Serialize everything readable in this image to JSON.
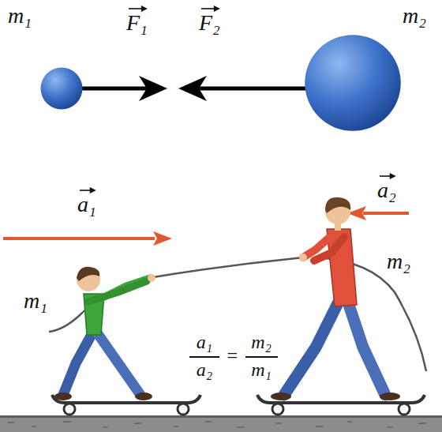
{
  "diagram": {
    "nodes": [
      {
        "text": [
          "m₁"
        ]
      },
      {
        "text": [
          "m₂"
        ]
      }
    ],
    "labels": [
      "F₁",
      "F₂",
      "a₁",
      "a₂",
      "m₁",
      "m₂",
      "a₁",
      "a₂",
      "=",
      "m₂",
      "m₁"
    ]
  }
}
